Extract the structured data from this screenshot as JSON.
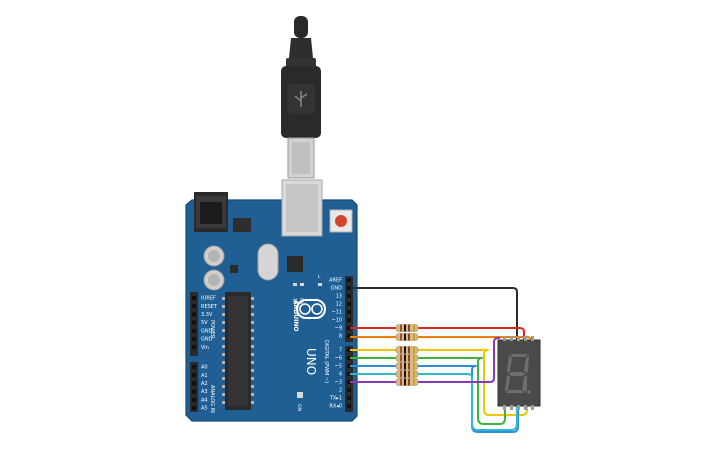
{
  "board": {
    "logo": "ARDUINO",
    "model": "UNO",
    "tx_label": "TX",
    "rx_label": "RX",
    "l_label": "L",
    "on_label": "ON",
    "power_label": "POWER",
    "analog_label": "ANALOG IN",
    "digital_label": "DIGITAL (PWM ~)",
    "power_pins": [
      "IOREF",
      "RESET",
      "3.3V",
      "5V",
      "GND",
      "GND",
      "Vin"
    ],
    "analog_pins": [
      "A0",
      "A1",
      "A2",
      "A3",
      "A4",
      "A5"
    ],
    "digital_pins_top": [
      "AREF",
      "GND",
      "13",
      "12",
      "~11",
      "~10",
      "~9",
      "8"
    ],
    "digital_pins_bottom": [
      "7",
      "~6",
      "~5",
      "4",
      "~3",
      "2",
      "TX▸1",
      "RX◂0"
    ],
    "color": "#1f5f93"
  },
  "wires": {
    "colors": {
      "gnd": "#2b2b2b",
      "pin9": "#d42a1f",
      "pin8": "#f07c00",
      "pin7": "#f0c400",
      "pin6": "#40b33a",
      "pin5": "#2f8fd6",
      "pin4": "#2fb8d0",
      "pin3": "#8a3ab8"
    }
  },
  "display": {
    "digit": "8.",
    "segment_color": "#6e6e6e"
  }
}
